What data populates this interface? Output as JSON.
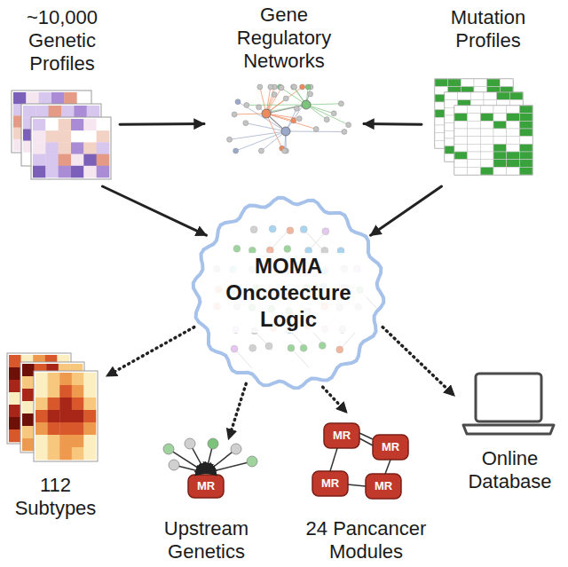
{
  "diagram": {
    "nodes": [
      {
        "text": [
          "~10,000 Genetic Profiles"
        ]
      },
      {
        "text": [
          "Gene Regulatory Networks"
        ]
      },
      {
        "text": [
          "Mutation Profiles"
        ]
      },
      {
        "text": [
          "MOMA Oncotecture Logic"
        ]
      },
      {
        "text": [
          "112 Subtypes"
        ]
      },
      {
        "text": [
          "Upstream Genetics"
        ]
      },
      {
        "text": [
          "24 Pancancer Modules"
        ]
      },
      {
        "text": [
          "Online Database"
        ]
      }
    ],
    "edges": [
      {
        "from": 0,
        "to": 1,
        "arrow": "to"
      },
      {
        "from": 2,
        "to": 1,
        "arrow": "to"
      },
      {
        "from": 0,
        "to": 3,
        "arrow": "to"
      },
      {
        "from": 2,
        "to": 3,
        "arrow": "to"
      },
      {
        "from": 3,
        "to": 4,
        "arrow": "to"
      },
      {
        "from": 3,
        "to": 5,
        "arrow": "to"
      },
      {
        "from": 3,
        "to": 6,
        "arrow": "to"
      },
      {
        "from": 3,
        "to": 7,
        "arrow": "to"
      }
    ],
    "labels": [
      "MR",
      "MR",
      "MR",
      "MR",
      "MR"
    ]
  }
}
